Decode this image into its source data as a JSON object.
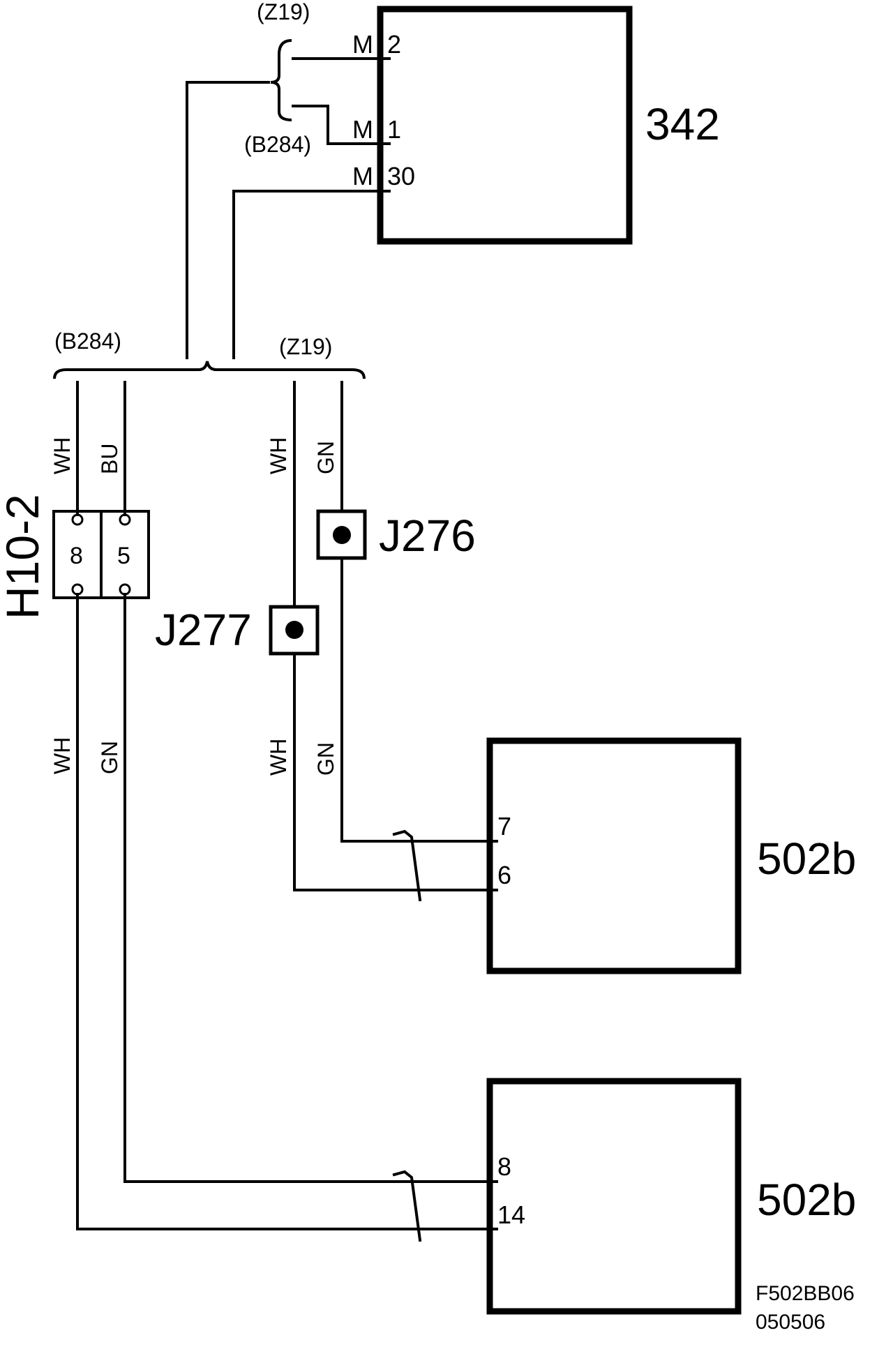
{
  "components": {
    "c342": {
      "label": "342",
      "pins": [
        "M",
        "2",
        "M",
        "1",
        "M",
        "30"
      ]
    },
    "c502b_upper": {
      "label": "502b",
      "pins": [
        "7",
        "6"
      ]
    },
    "c502b_lower": {
      "label": "502b",
      "pins": [
        "8",
        "14"
      ]
    }
  },
  "connector_h10_2": {
    "label": "H10-2",
    "pins": [
      "8",
      "5"
    ]
  },
  "splices": {
    "j276": "J276",
    "j277": "J277"
  },
  "harness_labels": {
    "z19_top": "(Z19)",
    "b284_top": "(B284)",
    "b284_mid": "(B284)",
    "z19_mid": "(Z19)"
  },
  "wire_colors": {
    "h_upper_left": "WH",
    "h_upper_right": "BU",
    "h_lower_left": "WH",
    "h_lower_right": "GN",
    "mid_upper_left": "WH",
    "mid_upper_right": "GN",
    "mid_lower_left": "WH",
    "mid_lower_right": "GN"
  },
  "figure_code": {
    "line1": "F502BB06",
    "line2": "050506"
  }
}
